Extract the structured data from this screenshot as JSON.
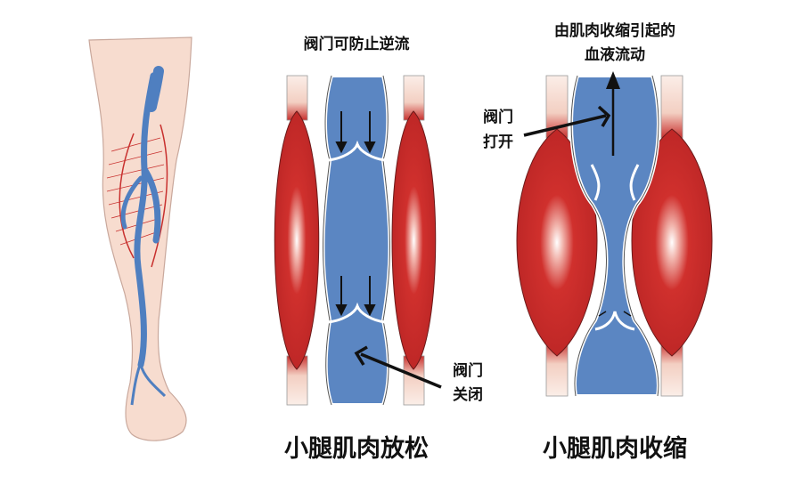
{
  "relaxed": {
    "caption": "小腿肌肉放松",
    "top_label": "阀门可防止逆流",
    "valve_label_line1": "阀门",
    "valve_label_line2": "关闭"
  },
  "contracted": {
    "caption": "小腿肌肉收缩",
    "top_label_line1": "由肌肉收缩引起的",
    "top_label_line2": "血液流动",
    "valve_label_line1": "阀门",
    "valve_label_line2": "打开"
  },
  "colors": {
    "muscle": "#c42a2a",
    "vein": "#5b86c2",
    "skin": "#f7dccf",
    "tendon": "#f4d8cc",
    "artery": "#c8302e"
  }
}
